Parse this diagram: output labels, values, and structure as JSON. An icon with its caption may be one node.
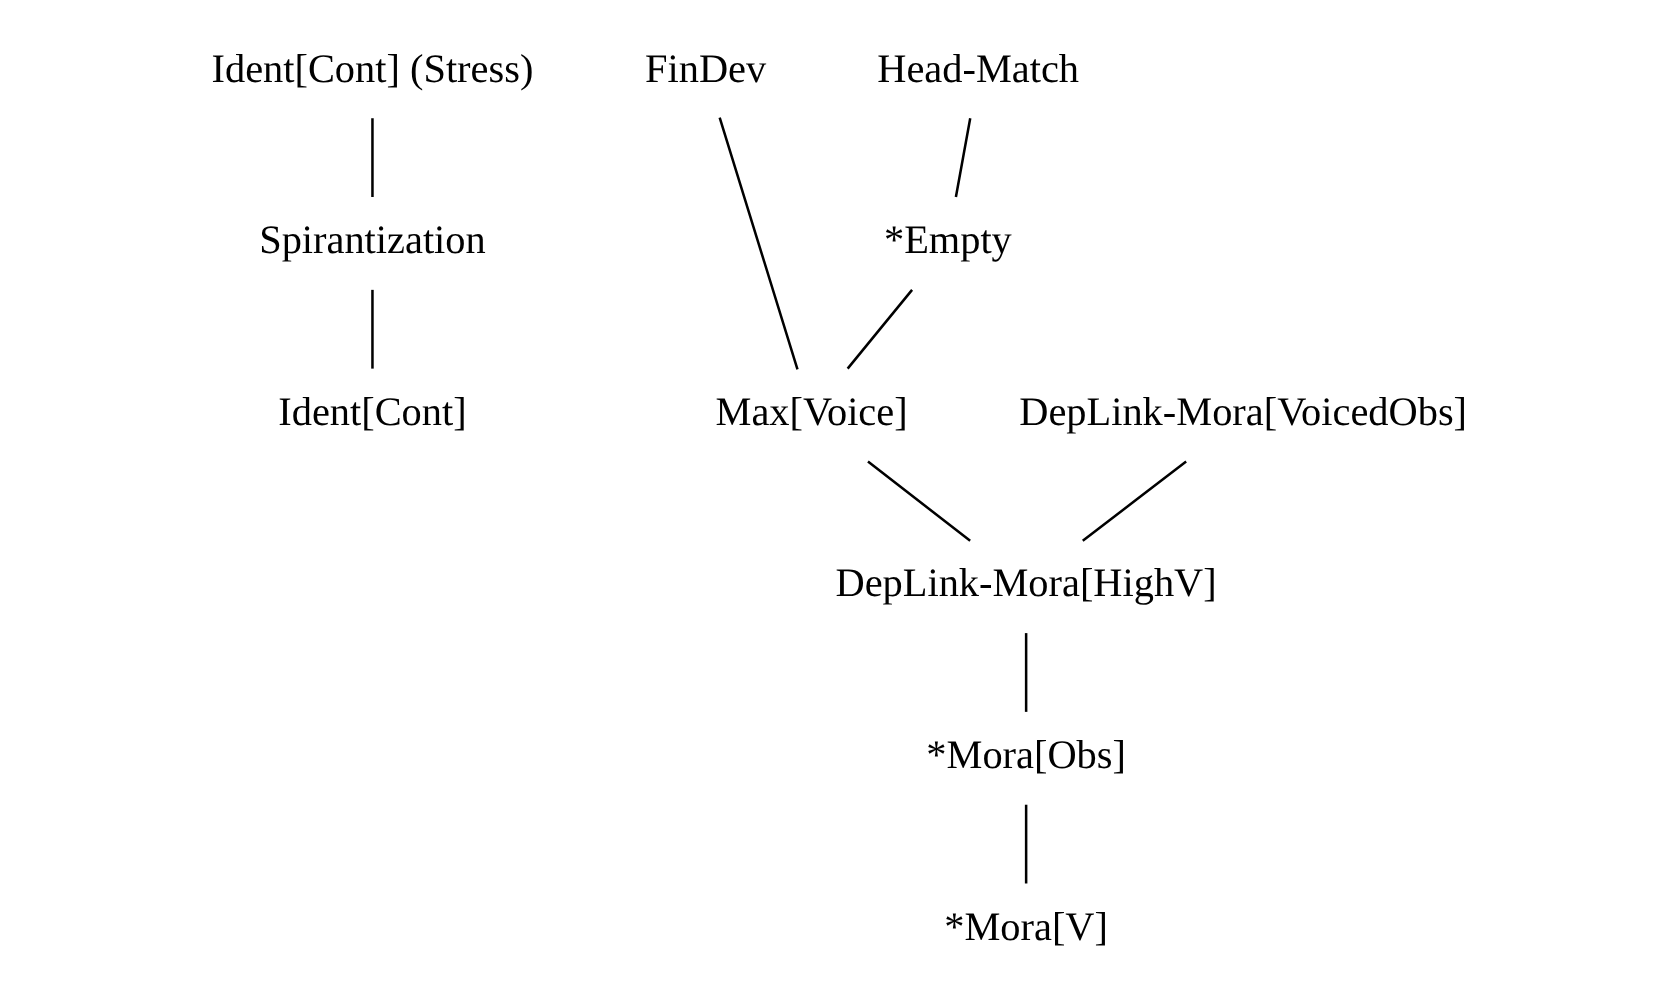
{
  "diagram": {
    "nodes": [
      {
        "text": [
          "Ident[Cont] (Stress)"
        ]
      },
      {
        "text": [
          "FinDev"
        ]
      },
      {
        "text": [
          "Head-Match"
        ]
      },
      {
        "text": [
          "Spirantization"
        ]
      },
      {
        "text": [
          "*Empty"
        ]
      },
      {
        "text": [
          "Ident[Cont]"
        ]
      },
      {
        "text": [
          "Max[Voice]"
        ]
      },
      {
        "text": [
          "DepLink-Mora[VoicedObs]"
        ]
      },
      {
        "text": [
          "DepLink-Mora[HighV]"
        ]
      },
      {
        "text": [
          "*Mora[Obs]"
        ]
      },
      {
        "text": [
          "*Mora[V]"
        ]
      }
    ],
    "edges": [
      {
        "from": 0,
        "to": 3,
        "arrow": "none"
      },
      {
        "from": 3,
        "to": 5,
        "arrow": "none"
      },
      {
        "from": 1,
        "to": 6,
        "arrow": "none"
      },
      {
        "from": 2,
        "to": 4,
        "arrow": "none"
      },
      {
        "from": 4,
        "to": 6,
        "arrow": "none"
      },
      {
        "from": 6,
        "to": 8,
        "arrow": "none"
      },
      {
        "from": 7,
        "to": 8,
        "arrow": "none"
      },
      {
        "from": 8,
        "to": 9,
        "arrow": "none"
      },
      {
        "from": 9,
        "to": 10,
        "arrow": "none"
      }
    ]
  }
}
